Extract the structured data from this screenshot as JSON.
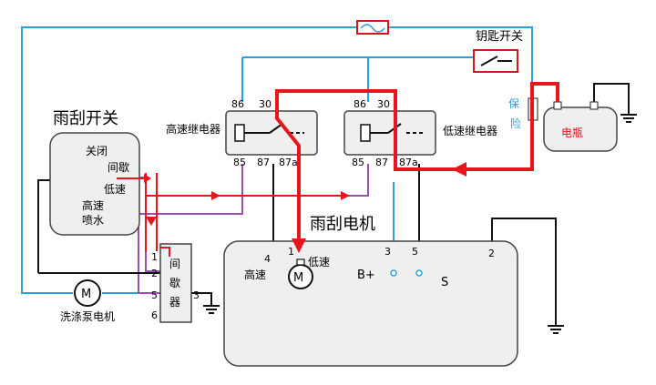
{
  "colors": {
    "blue_wire": "#2aa0d8",
    "purple_wire": "#9a4fb0",
    "red_path": "#e8161c",
    "black_wire": "#111111",
    "box_fill": "#efefef",
    "box_stroke": "#444444",
    "battery_text": "#d9141c",
    "fuse_text": "#2aa0d8"
  },
  "labels": {
    "wiper_switch_title": "雨刮开关",
    "switch_off": "关闭",
    "switch_intermittent": "间歇",
    "switch_low": "低速",
    "switch_high": "高速",
    "switch_wash": "喷水",
    "high_relay": "高速继电器",
    "low_relay": "低速继电器",
    "relay_pin_86": "86",
    "relay_pin_30": "30",
    "relay_pin_85": "85",
    "relay_pin_87": "87",
    "relay_pin_87a": "87a",
    "key_switch": "钥匙开关",
    "fuse_char1": "保",
    "fuse_char2": "险",
    "battery": "电瓶",
    "wiper_motor_title": "雨刮电机",
    "motor_high": "高速",
    "motor_low": "低速",
    "motor_b_plus": "B+",
    "motor_s": "S",
    "motor_symbol": "M",
    "pin_4": "4",
    "pin_1": "1",
    "pin_3": "3",
    "pin_5": "5",
    "pin_2": "2",
    "intermittent_char1": "间",
    "intermittent_char2": "歇",
    "intermittent_char3": "器",
    "int_pin_1": "1",
    "int_pin_2": "2",
    "int_pin_3": "3",
    "int_pin_5": "5",
    "int_pin_6": "6",
    "washer_motor_label": "洗涤泵电机",
    "washer_motor_symbol": "M"
  },
  "icons": {
    "fuse": "inline-fuse-icon",
    "key_switch": "key-switch-icon",
    "ground": "ground-icon",
    "motor": "motor-icon",
    "battery": "battery-icon"
  }
}
